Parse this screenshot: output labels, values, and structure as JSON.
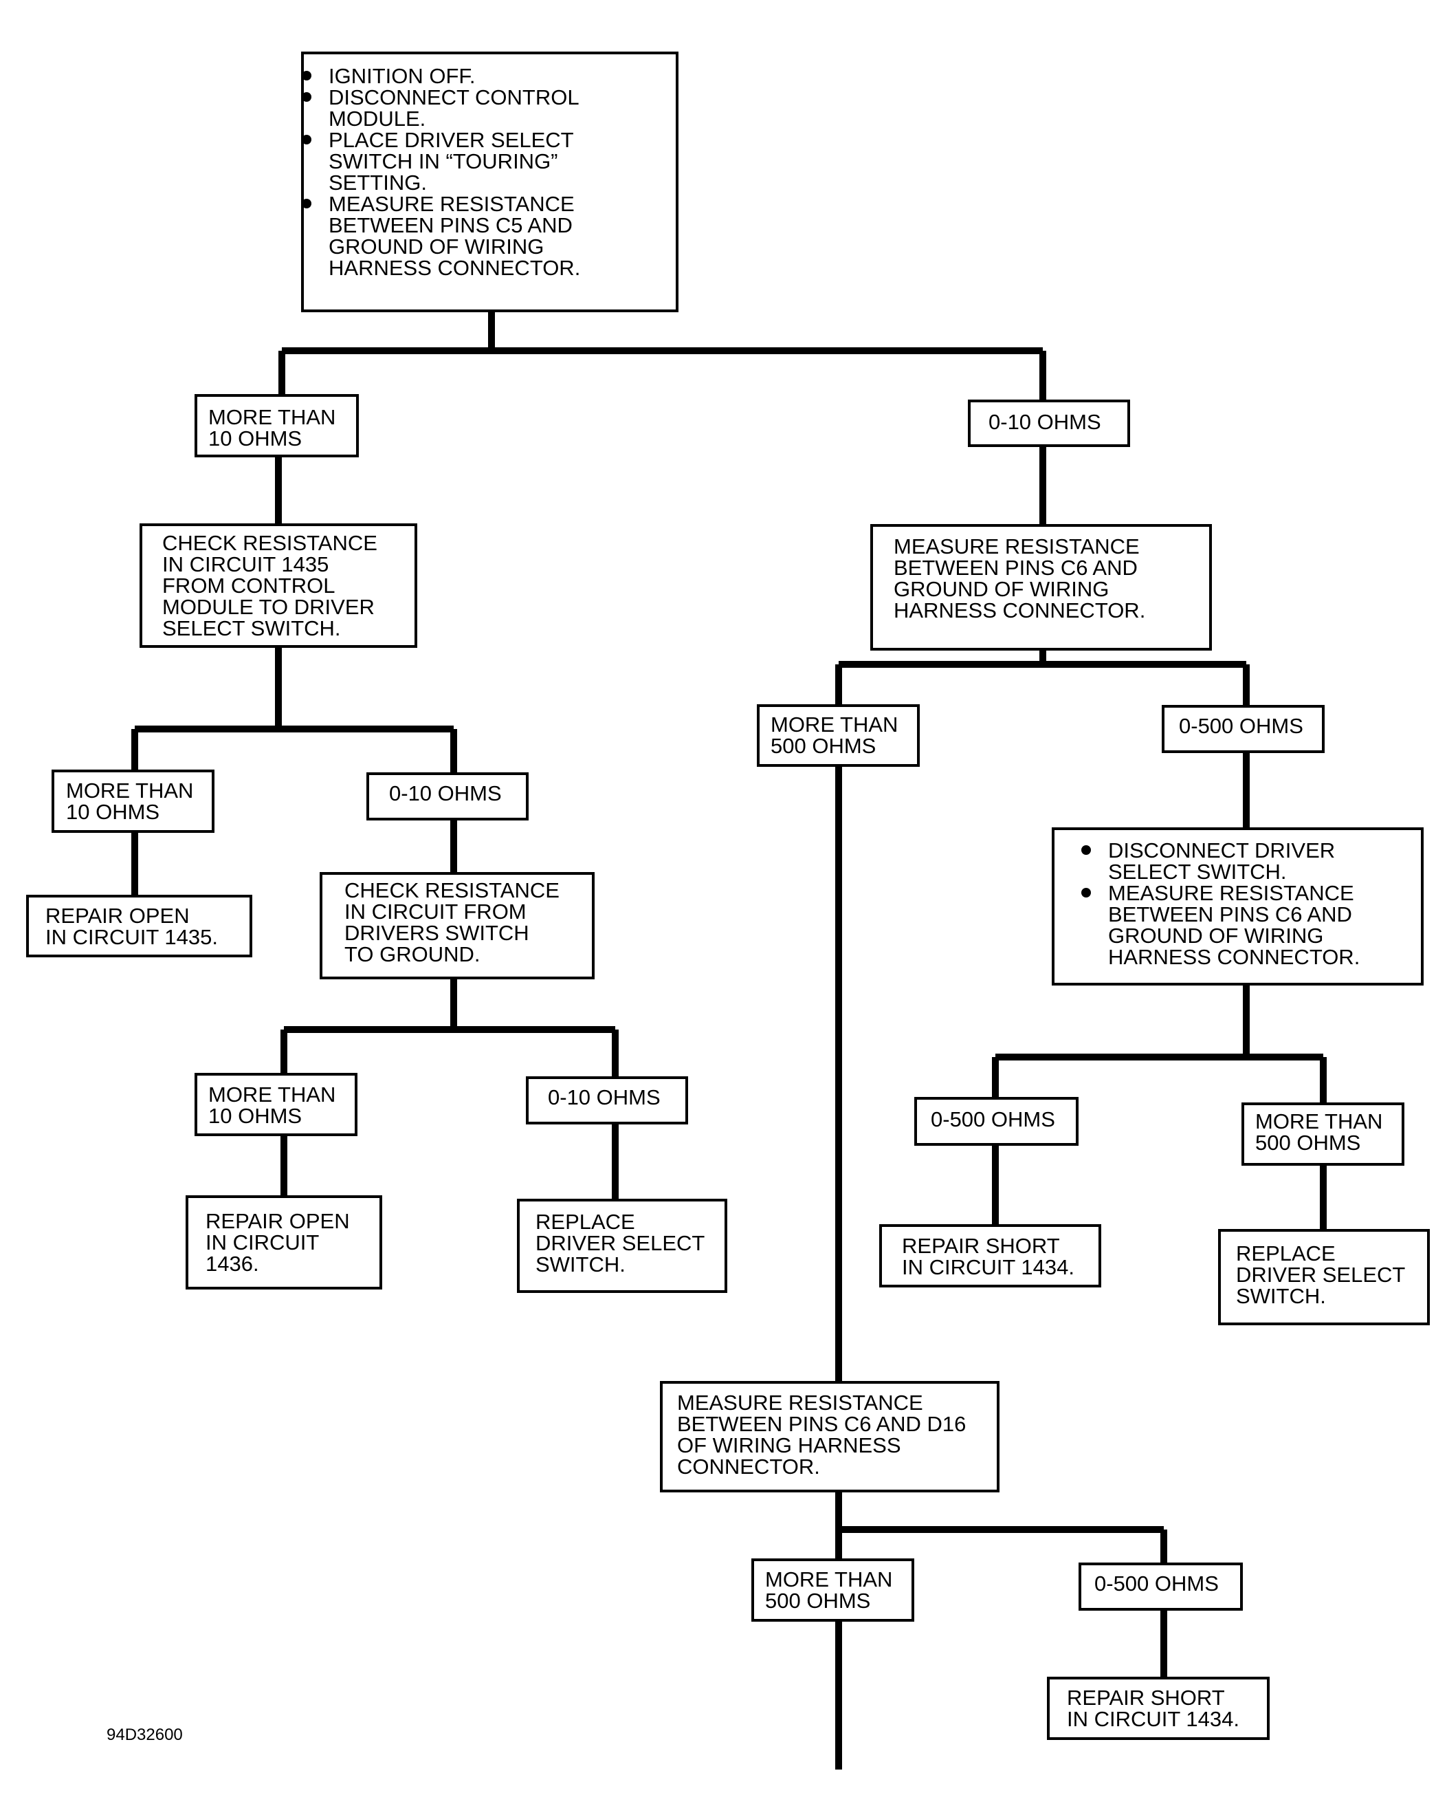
{
  "figure_code": "94D32600",
  "nodes": {
    "start": {
      "bullets": [
        [
          "IGNITION OFF."
        ],
        [
          "DISCONNECT CONTROL",
          "MODULE."
        ],
        [
          "PLACE DRIVER SELECT",
          "SWITCH IN “TOURING”",
          "SETTING."
        ],
        [
          "MEASURE RESISTANCE",
          "BETWEEN PINS C5 AND",
          "GROUND OF WIRING",
          "HARNESS CONNECTOR."
        ]
      ]
    },
    "c5_more10": {
      "lines": [
        "MORE THAN",
        "10 OHMS"
      ]
    },
    "c5_0_10": {
      "lines": [
        "0-10 OHMS"
      ]
    },
    "check_1435": {
      "lines": [
        "CHECK RESISTANCE",
        "IN CIRCUIT 1435",
        "FROM CONTROL",
        "MODULE TO DRIVER",
        "SELECT SWITCH."
      ]
    },
    "c1435_more10": {
      "lines": [
        "MORE THAN",
        "10 OHMS"
      ]
    },
    "c1435_0_10": {
      "lines": [
        "0-10 OHMS"
      ]
    },
    "repair_open_1435": {
      "lines": [
        "REPAIR OPEN",
        "IN CIRCUIT 1435."
      ]
    },
    "check_ground": {
      "lines": [
        "CHECK RESISTANCE",
        "IN CIRCUIT FROM",
        "DRIVERS SWITCH",
        "TO GROUND."
      ]
    },
    "gnd_more10": {
      "lines": [
        "MORE THAN",
        "10 OHMS"
      ]
    },
    "gnd_0_10": {
      "lines": [
        "0-10 OHMS"
      ]
    },
    "repair_open_1436": {
      "lines": [
        "REPAIR OPEN",
        "IN CIRCUIT",
        "1436."
      ]
    },
    "replace_switch_1": {
      "lines": [
        "REPLACE",
        "DRIVER SELECT",
        "SWITCH."
      ]
    },
    "measure_c6": {
      "lines": [
        "MEASURE RESISTANCE",
        "BETWEEN PINS C6 AND",
        "GROUND OF WIRING",
        "HARNESS CONNECTOR."
      ]
    },
    "c6_more500": {
      "lines": [
        "MORE THAN",
        "500 OHMS"
      ]
    },
    "c6_0_500": {
      "lines": [
        "0-500 OHMS"
      ]
    },
    "disconnect_switch": {
      "bullets": [
        [
          "DISCONNECT DRIVER",
          "SELECT SWITCH."
        ],
        [
          "MEASURE RESISTANCE",
          "BETWEEN PINS C6 AND",
          "GROUND OF WIRING",
          "HARNESS CONNECTOR."
        ]
      ]
    },
    "ds_0_500": {
      "lines": [
        "0-500 OHMS"
      ]
    },
    "ds_more500": {
      "lines": [
        "MORE THAN",
        "500 OHMS"
      ]
    },
    "repair_short_1": {
      "lines": [
        "REPAIR SHORT",
        "IN CIRCUIT 1434."
      ]
    },
    "replace_switch_2": {
      "lines": [
        "REPLACE",
        "DRIVER SELECT",
        "SWITCH."
      ]
    },
    "measure_c6_d16": {
      "lines": [
        "MEASURE RESISTANCE",
        "BETWEEN PINS C6 AND D16",
        "OF WIRING HARNESS",
        "CONNECTOR."
      ]
    },
    "d16_more500": {
      "lines": [
        "MORE THAN",
        "500 OHMS"
      ]
    },
    "d16_0_500": {
      "lines": [
        "0-500 OHMS"
      ]
    },
    "repair_short_2": {
      "lines": [
        "REPAIR SHORT",
        "IN CIRCUIT 1434."
      ]
    }
  }
}
